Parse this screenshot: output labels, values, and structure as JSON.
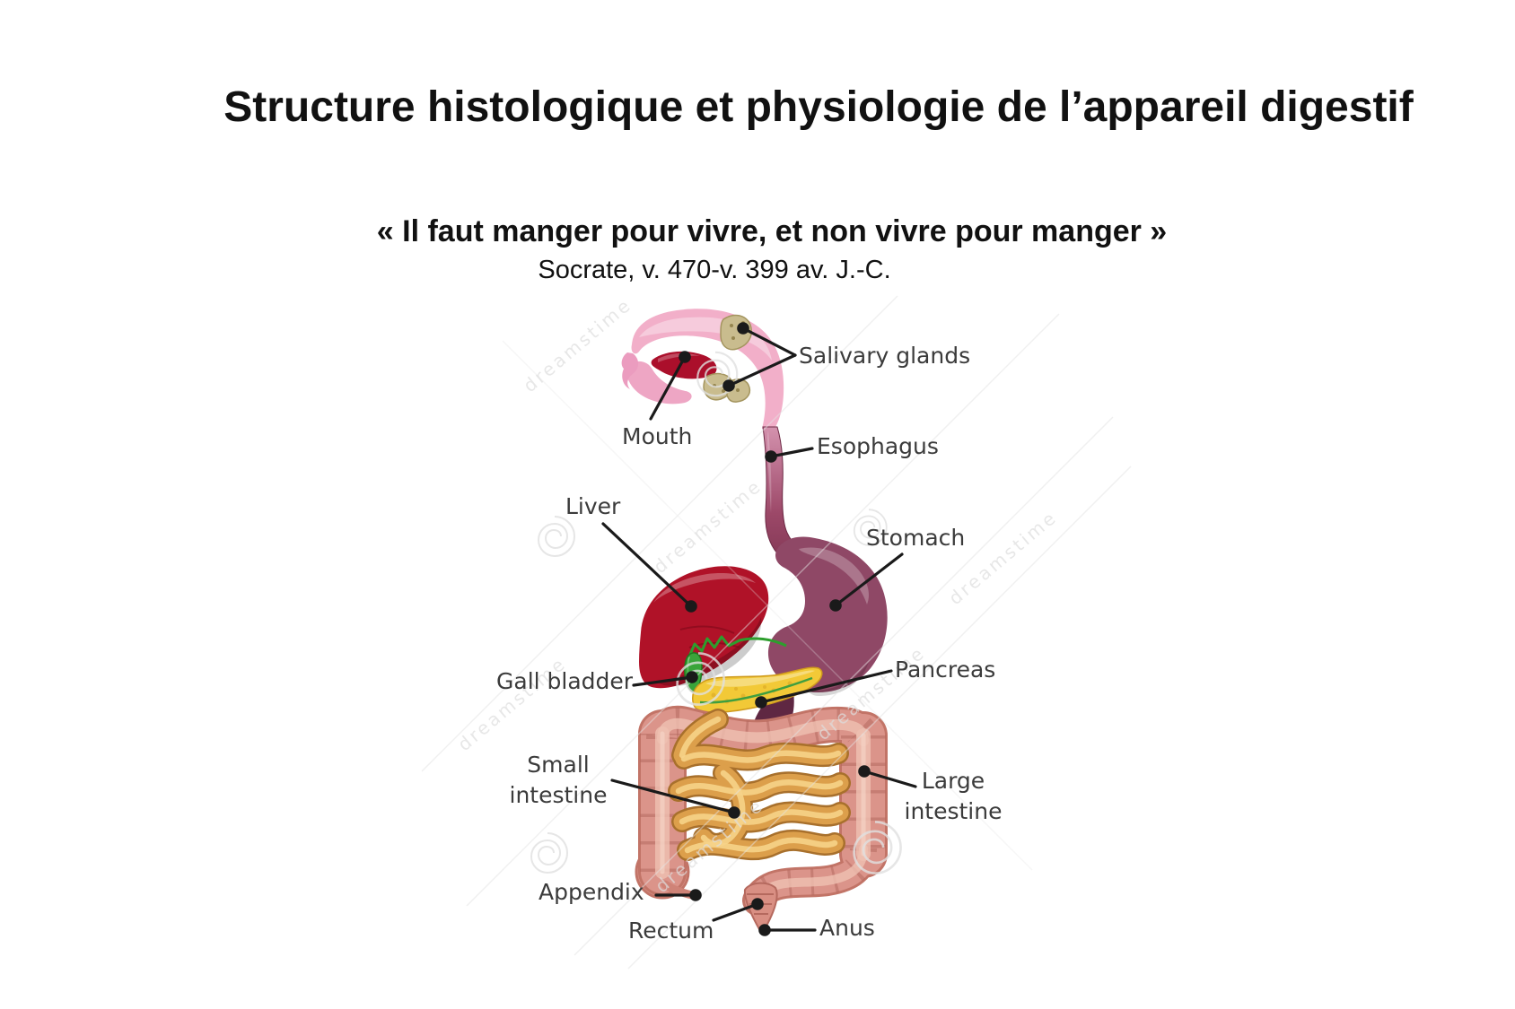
{
  "slide": {
    "title": "Structure histologique et physiologie de l’appareil digestif",
    "quote": {
      "line1": "« Il faut manger pour vivre, et non vivre pour manger »",
      "attribution": "Socrate, v. 470-v. 399 av. J.-C."
    }
  },
  "diagram": {
    "watermark": {
      "text": "dreamstime"
    },
    "labels": [
      {
        "id": "salivary-glands",
        "text": "Salivary glands"
      },
      {
        "id": "mouth",
        "text": "Mouth"
      },
      {
        "id": "esophagus",
        "text": "Esophagus"
      },
      {
        "id": "liver",
        "text": "Liver"
      },
      {
        "id": "stomach",
        "text": "Stomach"
      },
      {
        "id": "gall-bladder",
        "text": "Gall bladder"
      },
      {
        "id": "pancreas",
        "text": "Pancreas"
      },
      {
        "id": "small-intestine",
        "text": "Small intestine"
      },
      {
        "id": "large-intestine",
        "text": "Large intestine"
      },
      {
        "id": "appendix",
        "text": "Appendix"
      },
      {
        "id": "rectum",
        "text": "Rectum"
      },
      {
        "id": "anus",
        "text": "Anus"
      }
    ],
    "colors": {
      "label_text": "#3b3b3b",
      "leader_line": "#1a1a1a",
      "head": "#f2afc9",
      "tongue": "#ab0f2b",
      "salivary_gland": "#c9bc8e",
      "esophagus": "#8e3a58",
      "liver": "#b01228",
      "stomach": "#8f4866",
      "gall_bladder": "#3aa43a",
      "pancreas": "#f2c937",
      "small_intestine": "#dc9f4b",
      "large_intestine": "#db948a",
      "watermark": "#dedede"
    }
  }
}
